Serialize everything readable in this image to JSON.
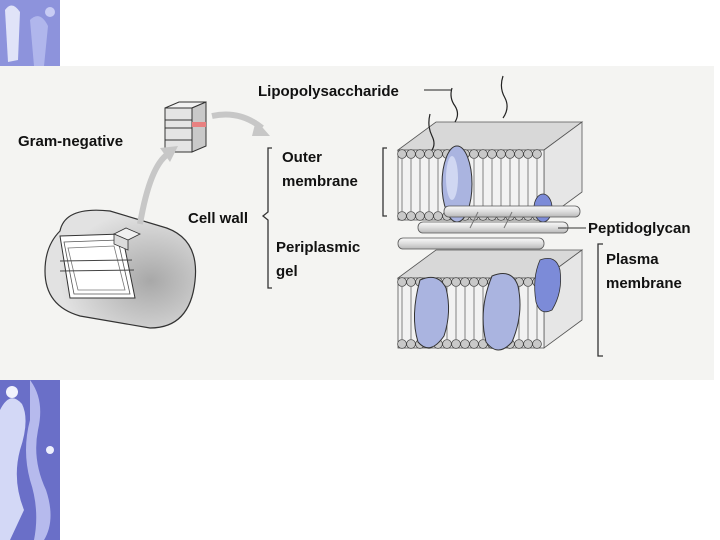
{
  "labels": {
    "lipopolysaccharide": "Lipopolysaccharide",
    "gram_negative": "Gram-negative",
    "outer_line1": "Outer",
    "outer_line2": "membrane",
    "cell_wall": "Cell wall",
    "periplasmic_line1": "Periplasmic",
    "periplasmic_line2": "gel",
    "peptidoglycan": "Peptidoglycan",
    "plasma_line1": "Plasma",
    "plasma_line2": "membrane"
  },
  "colors": {
    "panel_background": "#f4f4f2",
    "lipid_head": "#c9c9c9",
    "protein": "#aab4e0",
    "protein_highlight": "#7c8bd8",
    "peptidoglycan_rod": "#e8e8e8",
    "deco_purple": "#6a6fc8"
  }
}
